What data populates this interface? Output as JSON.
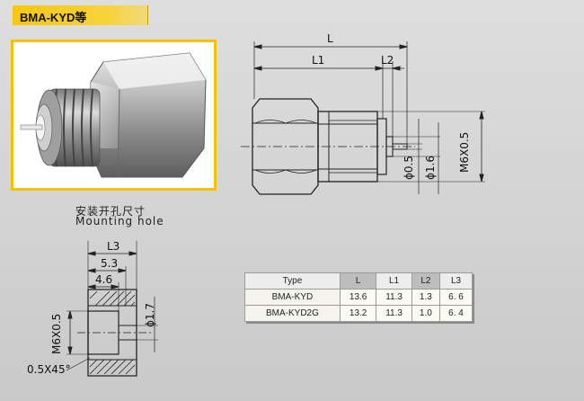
{
  "header": {
    "title": "BMA-KYD等"
  },
  "photo": {
    "subject": "product-photo"
  },
  "mounting": {
    "caption_cn": "安装开孔尺寸",
    "caption_en": "Mounting hole",
    "dims": {
      "l3": "L3",
      "d53": "5.3",
      "d46": "4.6",
      "thread": "M6X0.5",
      "hole": "ϕ1.7",
      "chamfer": "0.5X45°"
    }
  },
  "side_view": {
    "dims": {
      "l": "L",
      "l1": "L1",
      "l2": "L2",
      "d05": "ϕ0.5",
      "d16": "ϕ1.6",
      "thread": "M6X0.5"
    }
  },
  "table": {
    "headers": [
      "Type",
      "L",
      "L1",
      "L2",
      "L3"
    ],
    "rows": [
      [
        "BMA-KYD",
        "13.6",
        "11.3",
        "1.3",
        "6. 6"
      ],
      [
        "BMA-KYD2G",
        "13.2",
        "11.3",
        "1.0",
        "6. 4"
      ]
    ]
  }
}
